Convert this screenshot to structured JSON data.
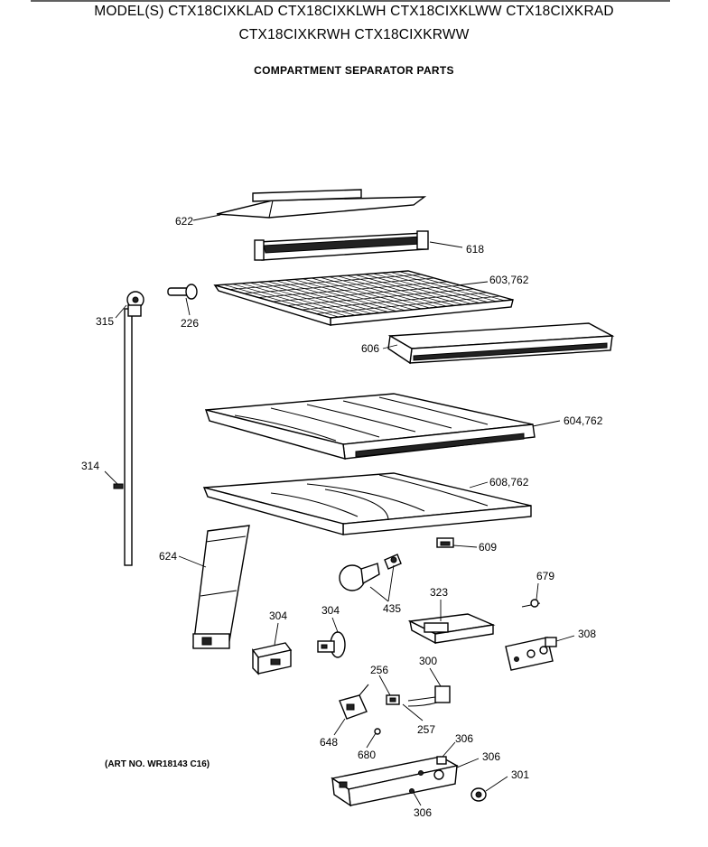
{
  "header": {
    "models_line1": "MODEL(S) CTX18CIXKLAD  CTX18CIXKLWH  CTX18CIXKLWW  CTX18CIXKRAD",
    "models_line2": "CTX18CIXKRWH  CTX18CIXKRWW",
    "section_title": "COMPARTMENT SEPARATOR PARTS"
  },
  "footer": {
    "art_no": "(ART NO. WR18143 C16)"
  },
  "parts": [
    {
      "id": "622",
      "label": "622"
    },
    {
      "id": "618",
      "label": "618"
    },
    {
      "id": "603_762",
      "label": "603,762"
    },
    {
      "id": "315",
      "label": "315"
    },
    {
      "id": "226",
      "label": "226"
    },
    {
      "id": "606",
      "label": "606"
    },
    {
      "id": "604_762",
      "label": "604,762"
    },
    {
      "id": "314",
      "label": "314"
    },
    {
      "id": "608_762",
      "label": "608,762"
    },
    {
      "id": "609",
      "label": "609"
    },
    {
      "id": "624",
      "label": "624"
    },
    {
      "id": "679",
      "label": "679"
    },
    {
      "id": "435",
      "label": "435"
    },
    {
      "id": "323",
      "label": "323"
    },
    {
      "id": "304a",
      "label": "304"
    },
    {
      "id": "304b",
      "label": "304"
    },
    {
      "id": "308",
      "label": "308"
    },
    {
      "id": "256",
      "label": "256"
    },
    {
      "id": "300",
      "label": "300"
    },
    {
      "id": "257",
      "label": "257"
    },
    {
      "id": "648",
      "label": "648"
    },
    {
      "id": "680",
      "label": "680"
    },
    {
      "id": "306a",
      "label": "306"
    },
    {
      "id": "306b",
      "label": "306"
    },
    {
      "id": "301",
      "label": "301"
    },
    {
      "id": "306c",
      "label": "306"
    }
  ]
}
